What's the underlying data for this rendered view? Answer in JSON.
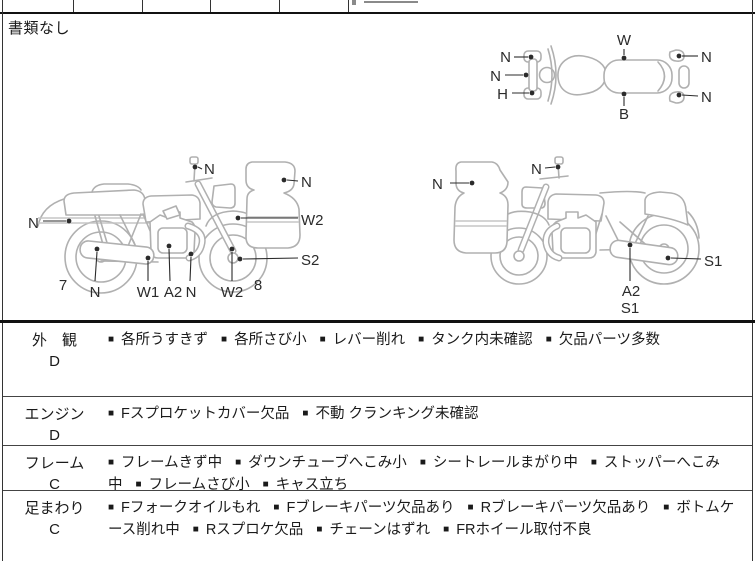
{
  "page": {
    "top_note": "書類なし"
  },
  "colors": {
    "ink": "#1a1a1a",
    "line_art": "#b0b0b0",
    "band_gray": "#c6c6c6"
  },
  "diagrams": {
    "top_view": {
      "labels": {
        "w": "W",
        "b": "B",
        "h": "H",
        "n_left_top": "N",
        "n_left_mid": "N",
        "n_right_top": "N",
        "n_right_bottom": "N"
      }
    },
    "left_side": {
      "labels": {
        "n_mirror": "N",
        "n_cowl": "N",
        "n_rear_fender": "N",
        "w2_front_fender": "W2",
        "s2_front_wheel": "S2",
        "num_rear": "7",
        "n_muffler": "N",
        "w1_frame": "W1",
        "a2_engine": "A2",
        "n_exhaust": "N",
        "w2_fork": "W2",
        "num_front": "8"
      }
    },
    "right_side": {
      "labels": {
        "n_cowl": "N",
        "n_mirror": "N",
        "s1_rear_wheel": "S1",
        "a2_engine": "A2",
        "s1_exhaust": "S1"
      }
    }
  },
  "inspection": {
    "bullet": "■",
    "rows": [
      {
        "category": "外　観",
        "grade": "D",
        "items": [
          "各所うすきず",
          "各所さび小",
          "レバー削れ",
          "タンク内未確認",
          "欠品パーツ多数"
        ]
      },
      {
        "category": "エンジン",
        "grade": "D",
        "items": [
          "Fスプロケットカバー欠品",
          "不動 クランキング未確認"
        ]
      },
      {
        "category": "フレーム",
        "grade": "C",
        "items": [
          "フレームきず中",
          "ダウンチューブへこみ小",
          "シートレールまがり中",
          "ストッパーへこみ中",
          "フレームさび小",
          "キャス立ち"
        ]
      },
      {
        "category": "足まわり",
        "grade": "C",
        "items": [
          "Fフォークオイルもれ",
          "Fブレーキパーツ欠品あり",
          "Rブレーキパーツ欠品あり",
          "ボトムケース削れ中",
          "Rスプロケ欠品",
          "チェーンはずれ",
          "FRホイール取付不良"
        ]
      }
    ]
  }
}
